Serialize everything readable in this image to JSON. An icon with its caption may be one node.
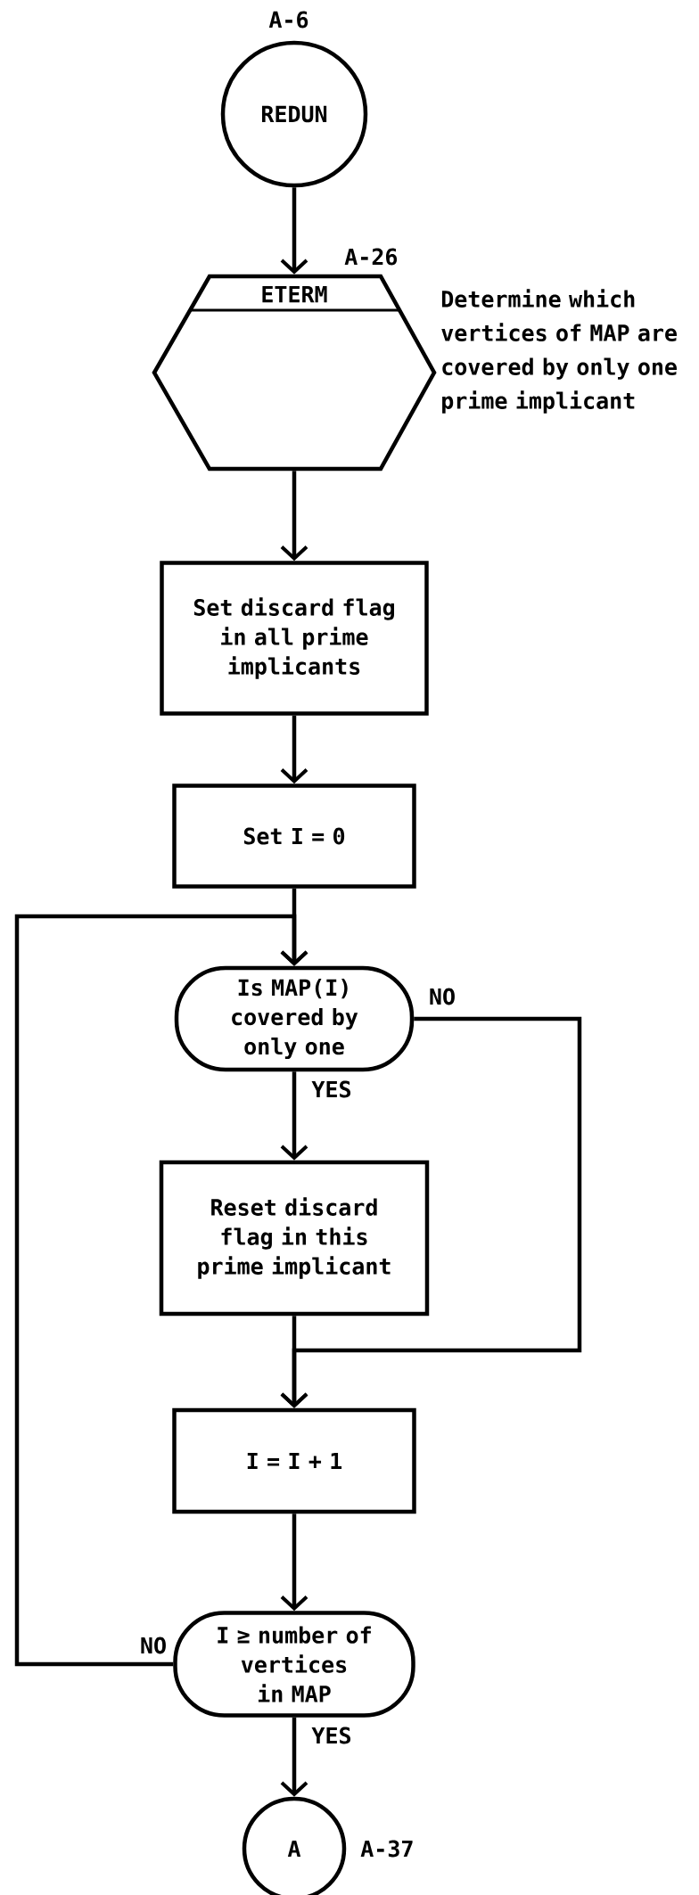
{
  "diagram": {
    "nodes": [
      {
        "text": [
          "REDUN"
        ],
        "beside": [
          "A-6"
        ]
      },
      {
        "text": [
          "ETERM"
        ],
        "beside": [
          "A-26",
          "Determine which vertices of MAP are covered by only one prime implicant"
        ]
      },
      {
        "text": [
          "Set discard flag in all prime implicants"
        ]
      },
      {
        "text": [
          "Set I = 0"
        ]
      },
      {
        "text": [
          "Is MAP(I) covered by only one"
        ]
      },
      {
        "text": [
          "Reset discard flag in this prime implicant"
        ]
      },
      {
        "text": [
          "I = I + 1"
        ]
      },
      {
        "text": [
          "I ≥ number of vertices in MAP"
        ]
      },
      {
        "text": [
          "A"
        ],
        "beside": [
          "A-37"
        ]
      }
    ],
    "edges": [
      {
        "from": 0,
        "to": 1,
        "arrow": "to"
      },
      {
        "from": 1,
        "to": 2,
        "arrow": "to"
      },
      {
        "from": 2,
        "to": 3,
        "arrow": "to"
      },
      {
        "from": 3,
        "to": 4,
        "arrow": "to"
      },
      {
        "from": 4,
        "to": 5,
        "arrow": "to",
        "label": "YES"
      },
      {
        "from": 4,
        "to": 6,
        "arrow": "to",
        "label": "NO"
      },
      {
        "from": 5,
        "to": 6,
        "arrow": "to"
      },
      {
        "from": 6,
        "to": 7,
        "arrow": "to"
      },
      {
        "from": 7,
        "to": 4,
        "arrow": "to",
        "label": "NO"
      },
      {
        "from": 7,
        "to": 8,
        "arrow": "to",
        "label": "YES"
      }
    ]
  }
}
